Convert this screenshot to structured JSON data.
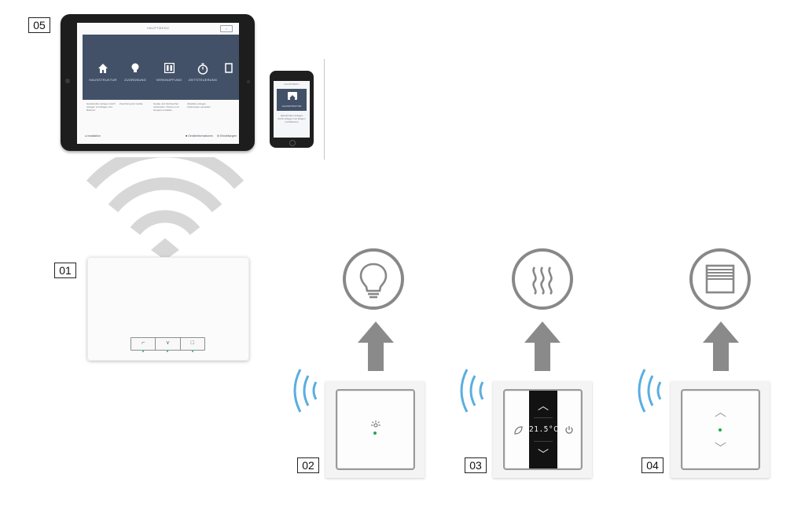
{
  "labels": {
    "access_point": "01",
    "light_switch": "02",
    "thermostat": "03",
    "blind_switch": "04",
    "app_devices": "05"
  },
  "tablet": {
    "header": "HAUPTMENÜ",
    "tiles": [
      "HAUSSTRUKTUR",
      "ZUORDNUNG",
      "VERKNÜPFUNG",
      "ZEITSTEUERUNG"
    ],
    "descriptions": [
      "Hausstruktur anlegen durch Anlegen von Etagen und Räumen",
      "Zuordnung der Geräte",
      "Geräte und Verbraucher verknüpfen, Szenen und Gruppen erstellen",
      "Zeitpläne anlegen, Änderungen einstellen"
    ],
    "footer_left": "Installation",
    "footer_mid": "Geräteinformationen",
    "footer_right": "Einstellungen"
  },
  "phone": {
    "header": "HAUPTMENÜ",
    "tile_label": "HAUSSTRUKTUR",
    "text": "Hausstruktur anlegen durch Anlegen von Etagen und Räumen"
  },
  "thermostat": {
    "display": "21.5°C"
  },
  "colors": {
    "wifi": "#d7d7d7",
    "radio_waves": "#5aaee0",
    "arrow": "#8a8a8a",
    "circle": "#888888",
    "app_accent": "#435168",
    "led": "#1faa4a"
  }
}
